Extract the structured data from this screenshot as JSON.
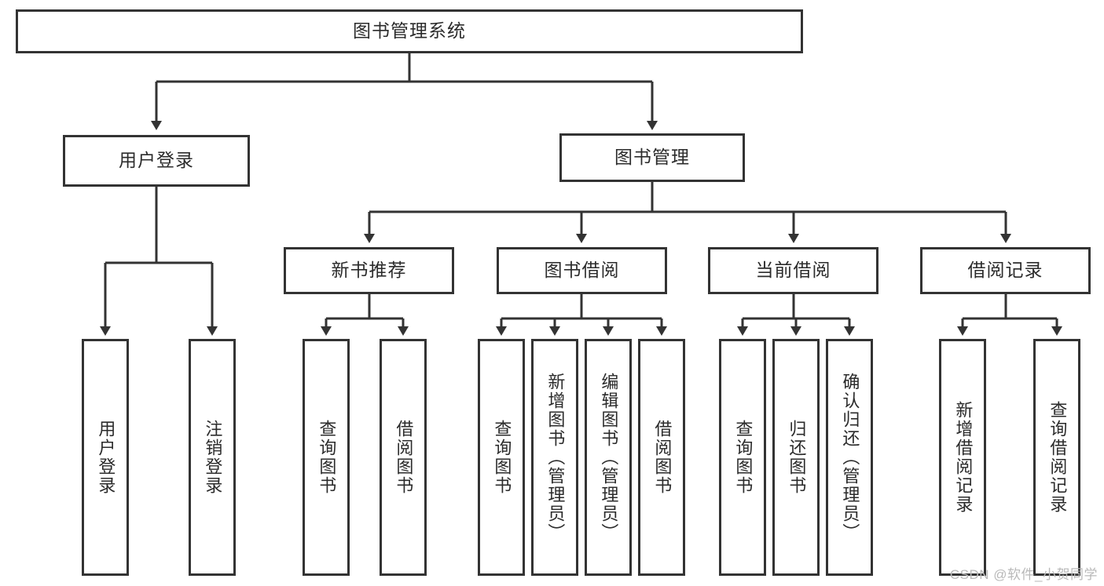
{
  "diagram": {
    "title": "图书管理系统",
    "type": "tree",
    "colors": {
      "stroke": "#333333",
      "fill": "#ffffff",
      "text": "#2b2b2b",
      "watermark": "#b9b9b9"
    },
    "root": {
      "label": "图书管理系统"
    },
    "level1": [
      {
        "label": "用户登录"
      },
      {
        "label": "图书管理"
      }
    ],
    "level2": [
      {
        "label": "新书推荐"
      },
      {
        "label": "图书借阅"
      },
      {
        "label": "当前借阅"
      },
      {
        "label": "借阅记录"
      }
    ],
    "leaves": {
      "user_login": [
        {
          "label": "用户登录"
        },
        {
          "label": "注销登录"
        }
      ],
      "new_book": [
        {
          "label": "查询图书"
        },
        {
          "label": "借阅图书"
        }
      ],
      "book_borrow": [
        {
          "label": "查询图书"
        },
        {
          "label": "新增图书（管理员）"
        },
        {
          "label": "编辑图书（管理员）"
        },
        {
          "label": "借阅图书"
        }
      ],
      "current_borrow": [
        {
          "label": "查询图书"
        },
        {
          "label": "归还图书"
        },
        {
          "label": "确认归还（管理员）"
        }
      ],
      "borrow_record": [
        {
          "label": "新增借阅记录"
        },
        {
          "label": "查询借阅记录"
        }
      ]
    }
  },
  "watermark": {
    "text": "CSDN @软件_小贺同学"
  }
}
